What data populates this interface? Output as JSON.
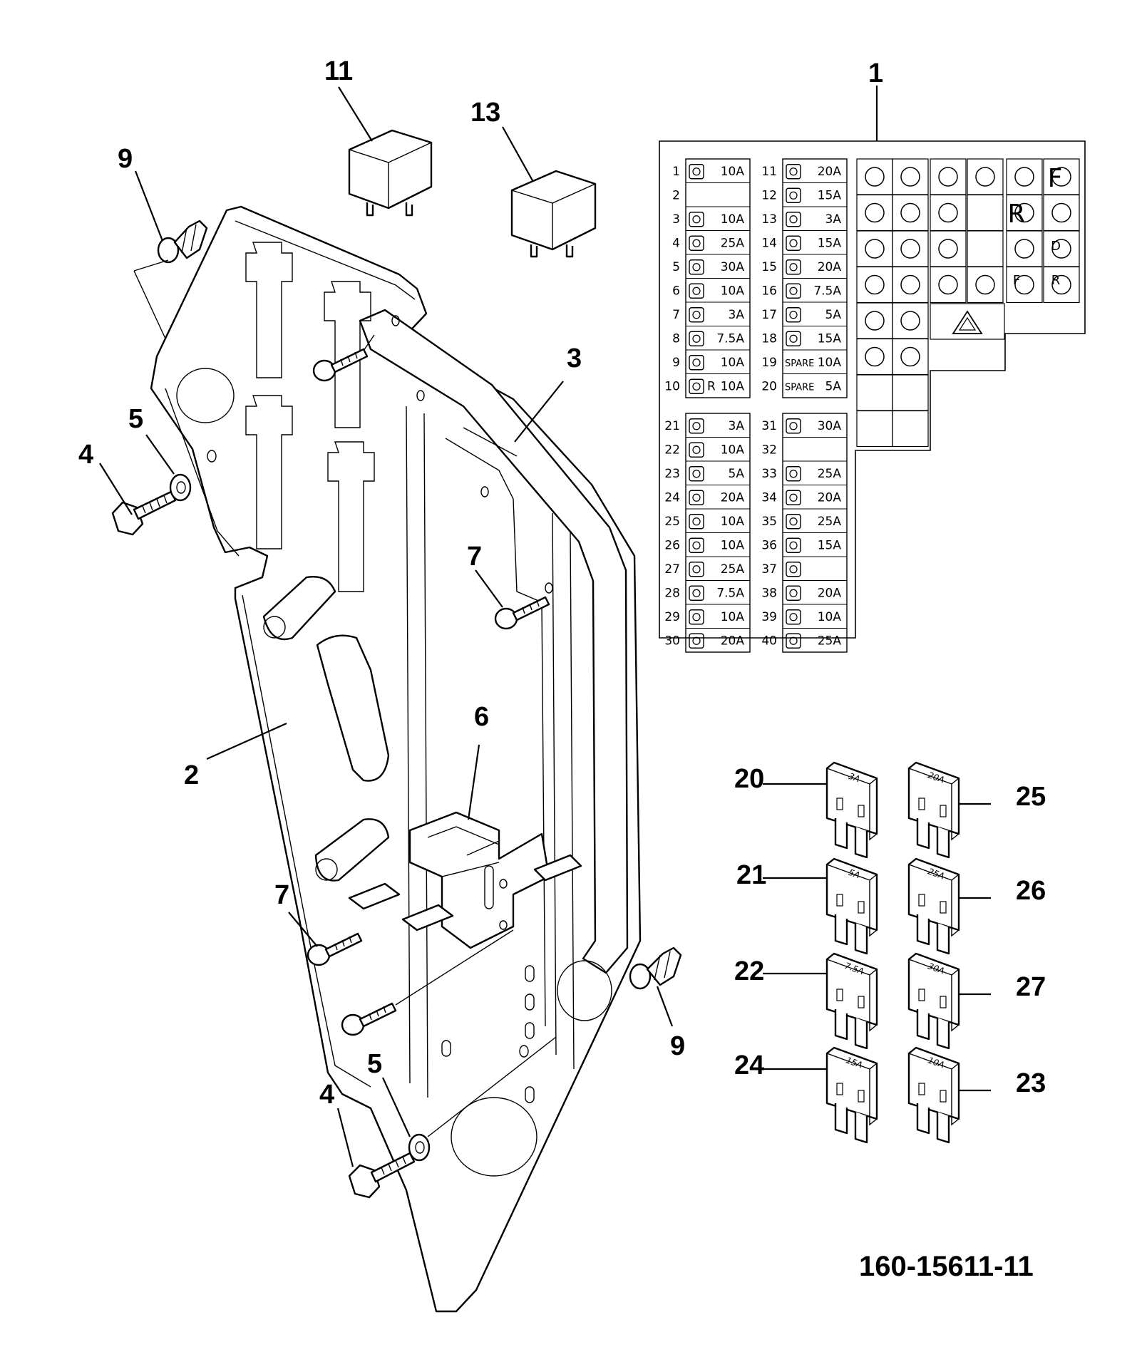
{
  "drawing_number": "160-15611-11",
  "callouts": {
    "label_sheet": "1",
    "panel": "2",
    "panel_frame": "3",
    "bolt_upper": "4",
    "bolt_lower": "4",
    "washer_upper": "5",
    "washer_lower": "5",
    "bracket": "6",
    "screw_upper": "7",
    "screw_lower": "7",
    "clip_upper": "9",
    "clip_lower": "9",
    "relay_a": "11",
    "relay_b": "13",
    "fuse_3a": "20",
    "fuse_5a": "21",
    "fuse_7_5a": "22",
    "fuse_15a": "24",
    "fuse_20a": "25",
    "fuse_25a": "26",
    "fuse_30a": "27",
    "fuse_10a": "23"
  },
  "fuse_ratings": {
    "fuse_3a": "3A",
    "fuse_5a": "5A",
    "fuse_7_5a": "7.5A",
    "fuse_15a": "15A",
    "fuse_20a": "20A",
    "fuse_25a": "25A",
    "fuse_30a": "30A",
    "fuse_10a": "10A"
  },
  "fuse_table": {
    "group_a_left": [
      {
        "num": "1",
        "amp": "10A",
        "icon": "operator-seat-icon"
      },
      {
        "num": "2",
        "amp": "",
        "icon": ""
      },
      {
        "num": "3",
        "amp": "10A",
        "icon": "engine-icon"
      },
      {
        "num": "4",
        "amp": "25A",
        "icon": "snowflake-icon"
      },
      {
        "num": "5",
        "amp": "30A",
        "icon": "fan-icon"
      },
      {
        "num": "6",
        "amp": "10A",
        "icon": "direction-arrow-icon"
      },
      {
        "num": "7",
        "amp": "3A",
        "icon": "panel-icon"
      },
      {
        "num": "8",
        "amp": "7.5A",
        "icon": "gauge-icon"
      },
      {
        "num": "9",
        "amp": "10A",
        "icon": "glow-plug-icon"
      },
      {
        "num": "10",
        "amp": "10A",
        "icon": "reverse-lamp-icon",
        "suffix": "R"
      }
    ],
    "group_a_right": [
      {
        "num": "11",
        "amp": "20A",
        "icon": "washer-icon"
      },
      {
        "num": "12",
        "amp": "15A",
        "icon": "heater-fan-icon"
      },
      {
        "num": "13",
        "amp": "3A",
        "icon": "side-lamp-icon"
      },
      {
        "num": "14",
        "amp": "15A",
        "icon": "dip-beam-icon"
      },
      {
        "num": "15",
        "amp": "20A",
        "icon": "main-beam-icon"
      },
      {
        "num": "16",
        "amp": "7.5A",
        "icon": "sidelight-icon"
      },
      {
        "num": "17",
        "amp": "5A",
        "icon": "sidelight-icon"
      },
      {
        "num": "18",
        "amp": "15A",
        "icon": "seat-icon"
      },
      {
        "num": "19",
        "amp": "10A",
        "icon": "",
        "spare": "SPARE"
      },
      {
        "num": "20",
        "amp": "5A",
        "icon": "",
        "spare": "SPARE"
      }
    ],
    "group_b_left": [
      {
        "num": "21",
        "amp": "3A",
        "icon": "indicator-icon"
      },
      {
        "num": "22",
        "amp": "10A",
        "icon": "motor-icon"
      },
      {
        "num": "23",
        "amp": "5A",
        "icon": "gear-icon"
      },
      {
        "num": "24",
        "amp": "20A",
        "icon": "gear-icon"
      },
      {
        "num": "25",
        "amp": "10A",
        "icon": "hazard-lamp-icon"
      },
      {
        "num": "26",
        "amp": "10A",
        "icon": "sidelight-icon"
      },
      {
        "num": "27",
        "amp": "25A",
        "icon": "fog-lamp-icon"
      },
      {
        "num": "28",
        "amp": "7.5A",
        "icon": "beacon-icon"
      },
      {
        "num": "29",
        "amp": "10A",
        "icon": "boom-icon"
      },
      {
        "num": "30",
        "amp": "20A",
        "icon": "hazard-icon"
      }
    ],
    "group_b_right": [
      {
        "num": "31",
        "amp": "30A",
        "icon": "indicator-icon"
      },
      {
        "num": "32",
        "amp": "",
        "icon": ""
      },
      {
        "num": "33",
        "amp": "25A",
        "icon": "dip-beam-icon"
      },
      {
        "num": "34",
        "amp": "20A",
        "icon": "work-light-icon"
      },
      {
        "num": "35",
        "amp": "25A",
        "icon": "work-lamp-icon"
      },
      {
        "num": "36",
        "amp": "15A",
        "icon": "work-lamp-icon"
      },
      {
        "num": "37",
        "amp": "",
        "icon": "machine-icon"
      },
      {
        "num": "38",
        "amp": "20A",
        "icon": "wiper-icon"
      },
      {
        "num": "39",
        "amp": "10A",
        "icon": "horn-icon"
      },
      {
        "num": "40",
        "amp": "25A",
        "icon": "rear-demist-icon"
      }
    ]
  },
  "relay_legend": {
    "letters": [
      "F",
      "R",
      "D",
      "F",
      "R"
    ]
  }
}
